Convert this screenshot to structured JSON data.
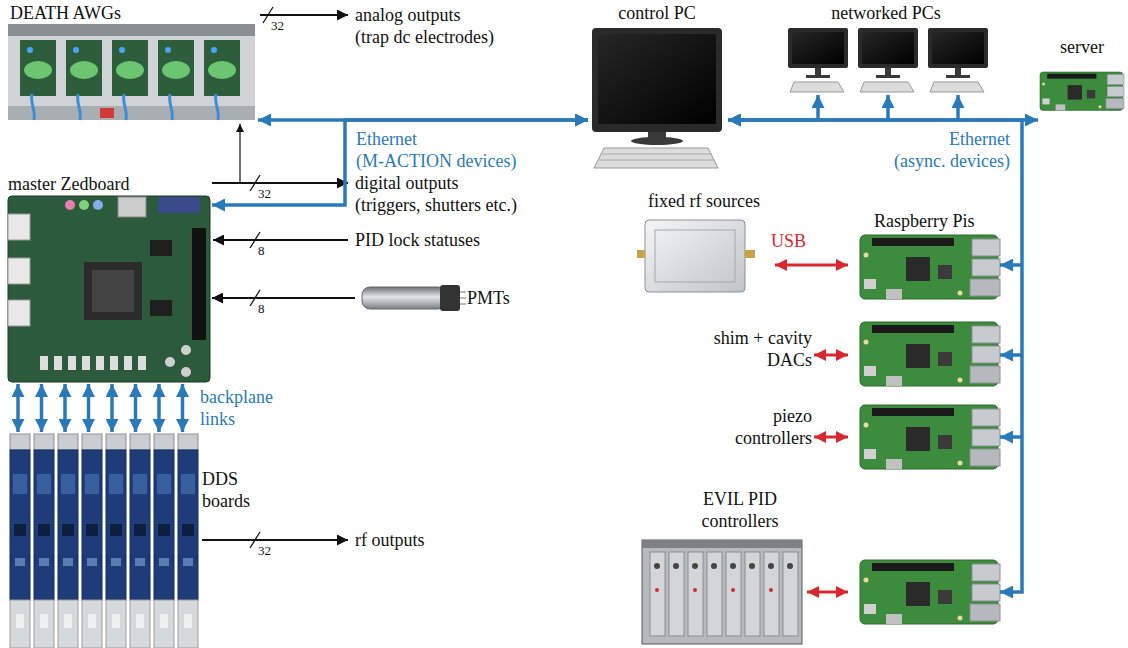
{
  "diagram": {
    "nodes": [
      {
        "text": [
          "DEATH AWGs"
        ]
      },
      {
        "text": [
          "control PC"
        ]
      },
      {
        "text": [
          "networked PCs"
        ]
      },
      {
        "text": [
          "server"
        ]
      },
      {
        "text": [
          "master Zedboard"
        ]
      },
      {
        "text": [
          "fixed rf sources"
        ]
      },
      {
        "text": [
          "Raspberry Pis"
        ]
      },
      {
        "text": [
          "shim + cavity DACs"
        ]
      },
      {
        "text": [
          "PMTs"
        ]
      },
      {
        "text": [
          "piezo controllers"
        ]
      },
      {
        "text": [
          "DDS boards"
        ]
      },
      {
        "text": [
          "EVIL PID controllers"
        ]
      }
    ],
    "edges": [
      {
        "from": 1,
        "to": 0,
        "arrow": "both"
      },
      {
        "from": 1,
        "to": 4,
        "arrow": "both"
      },
      {
        "from": 1,
        "to": 2,
        "arrow": "both"
      },
      {
        "from": 1,
        "to": 3,
        "arrow": "both"
      },
      {
        "from": 1,
        "to": 6,
        "arrow": "both"
      },
      {
        "from": 4,
        "to": 0,
        "arrow": "to"
      },
      {
        "from": 8,
        "to": 4,
        "arrow": "to"
      },
      {
        "from": 4,
        "to": 10,
        "arrow": "both"
      },
      {
        "from": 4,
        "to": 10,
        "arrow": "both"
      },
      {
        "from": 4,
        "to": 10,
        "arrow": "both"
      },
      {
        "from": 4,
        "to": 10,
        "arrow": "both"
      },
      {
        "from": 4,
        "to": 10,
        "arrow": "both"
      },
      {
        "from": 4,
        "to": 10,
        "arrow": "both"
      },
      {
        "from": 4,
        "to": 10,
        "arrow": "both"
      },
      {
        "from": 4,
        "to": 10,
        "arrow": "both"
      },
      {
        "from": 5,
        "to": 6,
        "arrow": "both"
      },
      {
        "from": 7,
        "to": 6,
        "arrow": "both"
      },
      {
        "from": 9,
        "to": 6,
        "arrow": "both"
      },
      {
        "from": 11,
        "to": 6,
        "arrow": "both"
      }
    ],
    "labels": [
      "analog outputs",
      "(trap dc electrodes)",
      "32",
      "Ethernet",
      "(M-ACTION devices)",
      "digital outputs",
      "(triggers, shutters etc.)",
      "32",
      "Ethernet",
      "(async. devices)",
      "USB",
      "PID lock statuses",
      "8",
      "8",
      "backplane links",
      "rf outputs",
      "32"
    ]
  }
}
